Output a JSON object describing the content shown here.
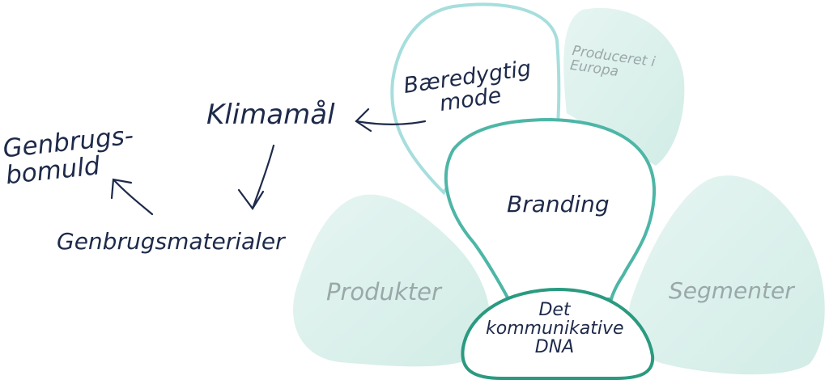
{
  "colors": {
    "dark_text": "#1e2a4a",
    "muted_text": "#9aa8a8",
    "light_fill": "#dcf0ec",
    "petal_outline": "#a6dedd",
    "branding_outline": "#4db6a6",
    "dna_outline": "#2a9a80"
  },
  "nodes": {
    "produceret": {
      "line1": "Produceret i",
      "line2": "Europa"
    },
    "baeredygtig": {
      "line1": "Bæredygtig",
      "line2": "mode"
    },
    "branding": "Branding",
    "produkter": "Produkter",
    "segmenter": "Segmenter",
    "dna": {
      "line1": "Det",
      "line2": "kommunikative",
      "line3": "DNA"
    }
  },
  "concepts": {
    "klimamaal": "Klimamål",
    "genbrugsmaterialer": "Genbrugsmaterialer",
    "genbrugsbomuld": {
      "line1": "Genbrugs-",
      "line2": "bomuld"
    }
  }
}
